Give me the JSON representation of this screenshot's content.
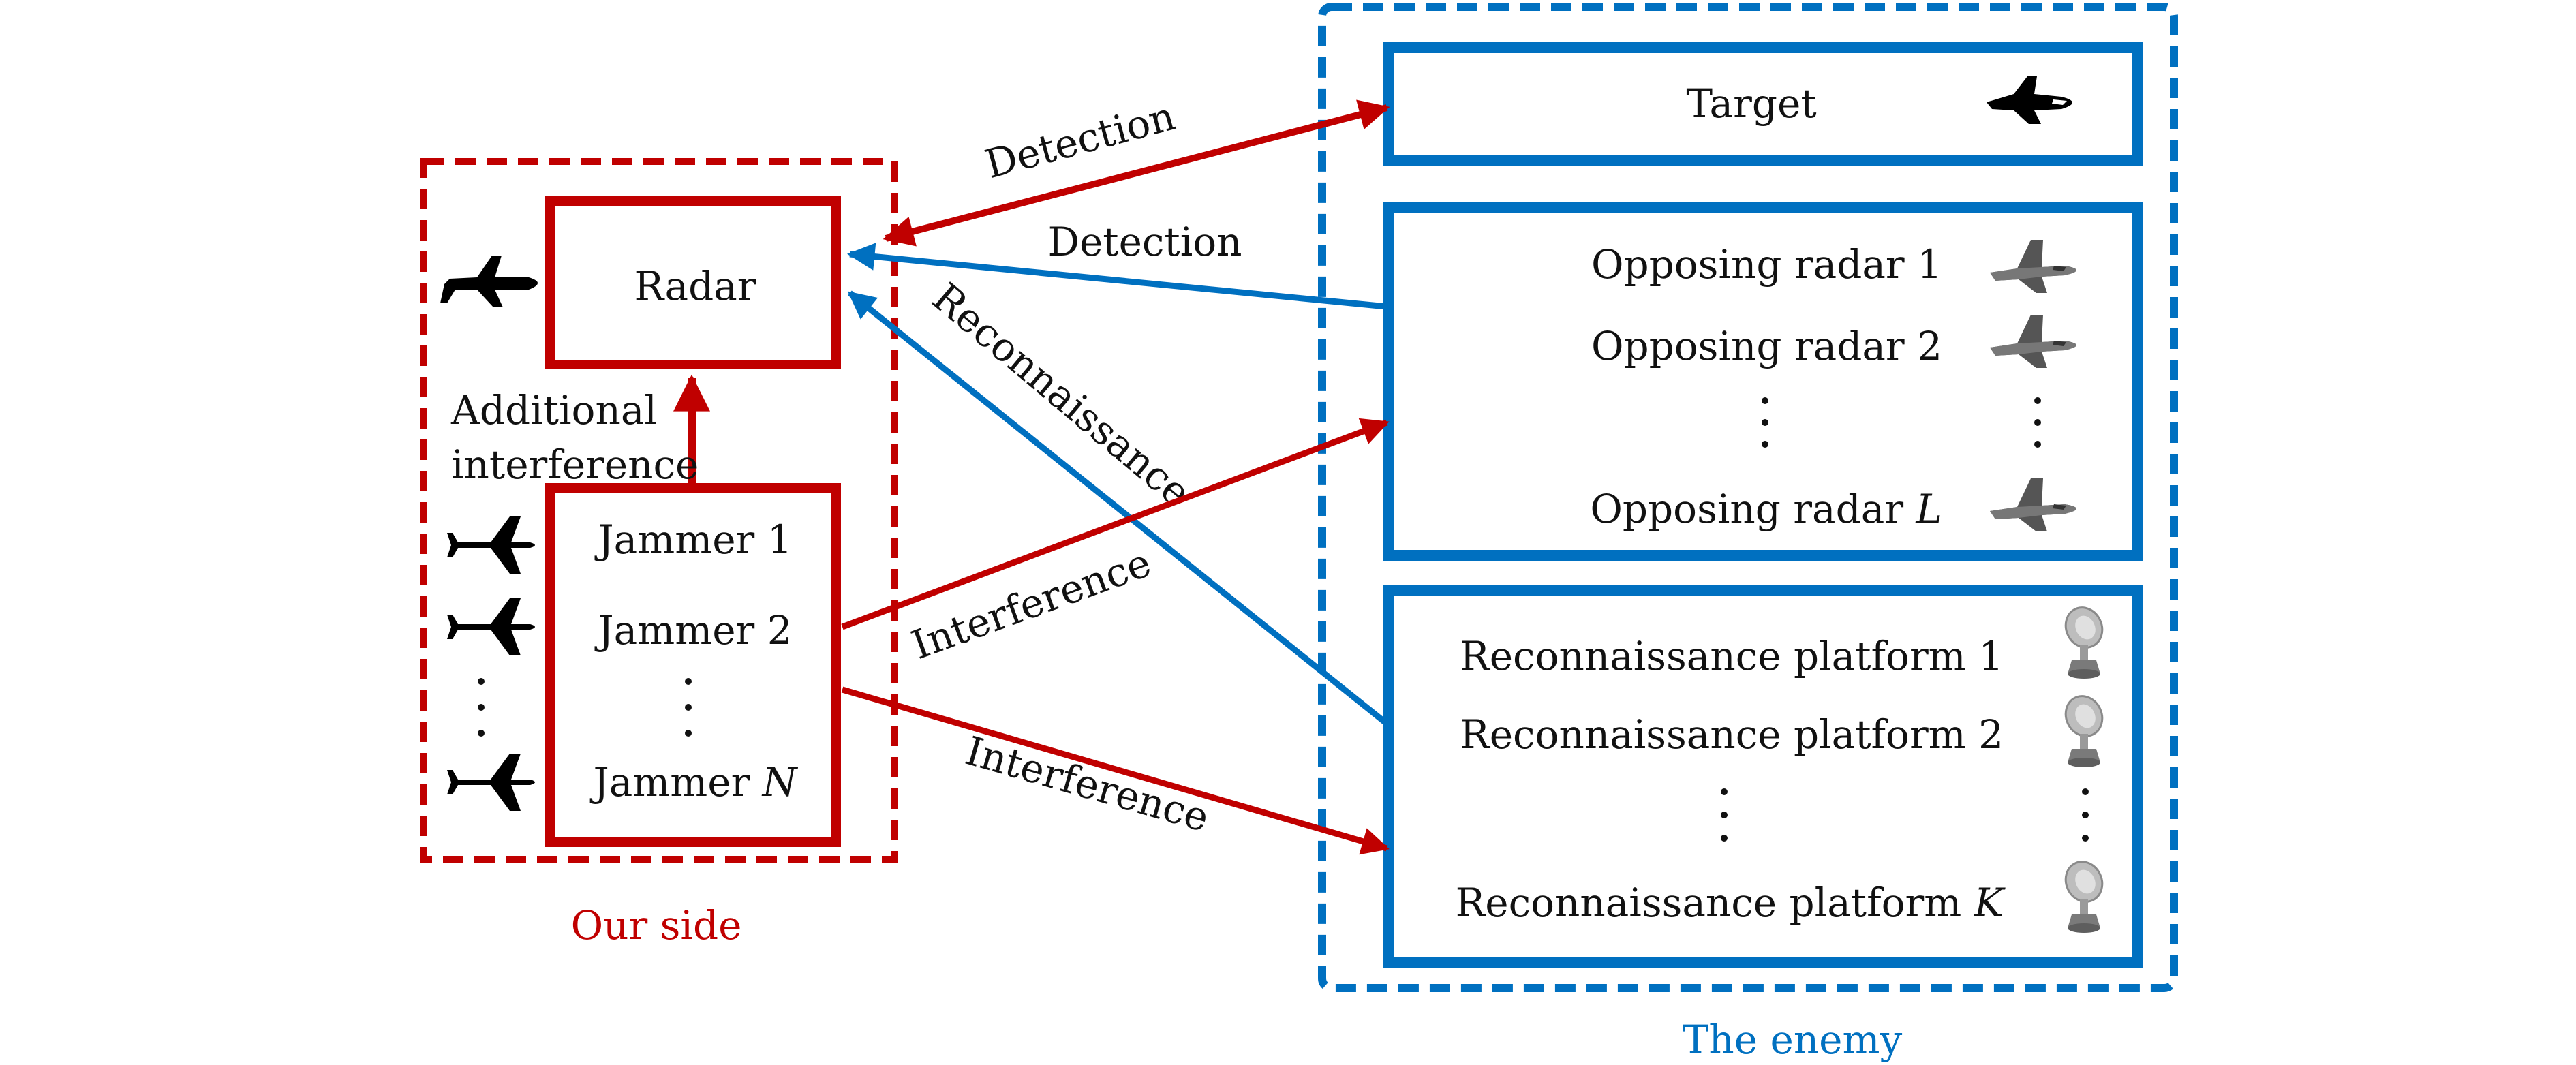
{
  "colors": {
    "our_side": "#c00000",
    "enemy": "#0070c0",
    "text": "#111111"
  },
  "our_side": {
    "caption": "Our side",
    "radar": {
      "label": "Radar",
      "icon": "transport-aircraft-icon"
    },
    "additional_interference": [
      "Additional",
      "interference"
    ],
    "jammers": {
      "items": [
        "Jammer 1",
        "Jammer 2"
      ],
      "last_prefix": "Jammer ",
      "last_var": "N",
      "icon": "jet-aircraft-icon"
    }
  },
  "enemy": {
    "caption": "The enemy",
    "target": {
      "label": "Target",
      "icon": "stealth-aircraft-icon"
    },
    "opposing_radars": {
      "items": [
        "Opposing radar 1",
        "Opposing radar 2"
      ],
      "last_prefix": "Opposing radar ",
      "last_var": "L",
      "icon": "fighter-jet-icon"
    },
    "recon_platforms": {
      "items": [
        "Reconnaissance platform 1",
        "Reconnaissance platform 2"
      ],
      "last_prefix": "Reconnaissance platform ",
      "last_var": "K",
      "icon": "satellite-dish-icon"
    }
  },
  "links": {
    "detection_out": "Detection",
    "detection_in": "Detection",
    "reconnaissance": "Reconnaissance",
    "interference_upper": "Interference",
    "interference_lower": "Interference"
  }
}
